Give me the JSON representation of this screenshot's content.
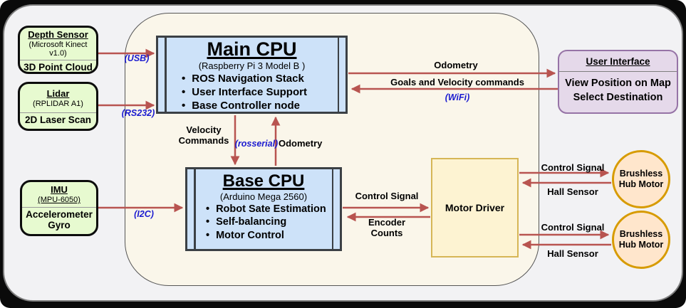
{
  "colors": {
    "arrow": "#b85450",
    "label_blue": "#1b1bd0",
    "sensor_fill": "#e7fad0",
    "sensor_border": "#0c0c0c",
    "cpu_fill": "#cde2f9",
    "cpu_border": "#3b4045",
    "ui_fill": "#e5d9ea",
    "ui_border": "#9673a6",
    "driver_fill": "#fdf3d2",
    "driver_border": "#d6b656",
    "motor_fill": "#ffe6cc",
    "motor_border": "#d79b00",
    "robot_body_fill": "#faf6ea",
    "canvas_bg": "#f2f2f4"
  },
  "sensors": [
    {
      "title": "Depth Sensor",
      "model": "(Microsoft Kinect v1.0)",
      "output": "3D Point Cloud"
    },
    {
      "title": "Lidar",
      "model": "(RPLIDAR A1)",
      "output": "2D Laser Scan"
    },
    {
      "title": "IMU",
      "model": "(MPU-6050)",
      "output": "Accelerometer Gyro"
    }
  ],
  "main_cpu": {
    "title": "Main CPU",
    "model": "(Raspberry Pi 3 Model B )",
    "bullets": [
      "ROS Navigation Stack",
      "User Interface Support",
      "Base Controller node"
    ]
  },
  "base_cpu": {
    "title": "Base CPU",
    "model": "(Arduino Mega 2560)",
    "bullets": [
      "Robot Sate Estimation",
      "Self-balancing",
      "Motor Control"
    ]
  },
  "user_interface": {
    "title": "User Interface",
    "lines": [
      "View Position on Map",
      "Select Destination"
    ]
  },
  "motor_driver": {
    "label": "Motor Driver"
  },
  "motors": [
    {
      "label": "Brushless Hub Motor"
    },
    {
      "label": "Brushless Hub Motor"
    }
  ],
  "labels": {
    "usb": "(USB)",
    "rs232": "(RS232)",
    "i2c": "(I2C)",
    "wifi": "(WiFi)",
    "rosserial": "(rosserial)",
    "odometry_top": "Odometry",
    "goals": "Goals and Velocity commands",
    "velocity_commands": "Velocity Commands",
    "odometry_mid": "Odometry",
    "control_signal_base": "Control Signal",
    "encoder_counts": "Encoder Counts",
    "control_signal_top": "Control Signal",
    "hall_sensor_top": "Hall Sensor",
    "control_signal_bottom": "Control Signal",
    "hall_sensor_bottom": "Hall Sensor"
  }
}
